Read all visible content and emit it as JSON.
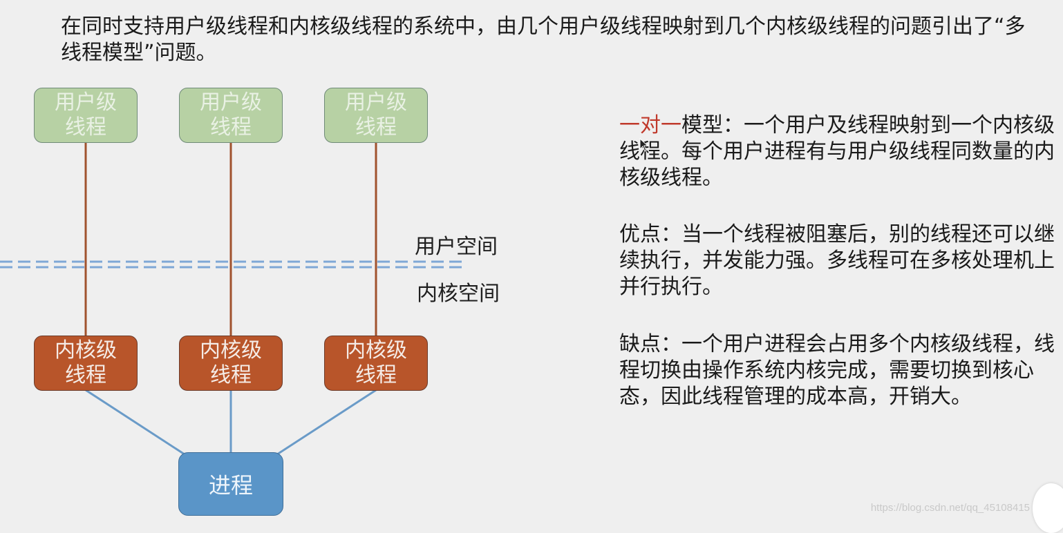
{
  "intro_text": "在同时支持用户级线程和内核级线程的系统中，由几个用户级线程映射到几个内核级线程的问题引出了“多线程模型”问题。",
  "diagram": {
    "user_threads": [
      "用户级\n线程",
      "用户级\n线程",
      "用户级\n线程"
    ],
    "kernel_threads": [
      "内核级\n线程",
      "内核级\n线程",
      "内核级\n线程"
    ],
    "process_label": "进程",
    "user_space_label": "用户空间",
    "kernel_space_label": "内核空间"
  },
  "description": {
    "model_name": "一对一",
    "model_rest": "模型：一个用户及线程映射到一个内核级线程。每个用户进程有与用户级线程同数量的内核级线程。",
    "advantages": "优点：当一个线程被阻塞后，别的线程还可以继续执行，并发能力强。多线程可在多核处理机上并行执行。",
    "disadvantages": "缺点：一个用户进程会占用多个内核级线程，线程切换由操作系统内核完成，需要切换到核心态，因此线程管理的成本高，开销大。"
  },
  "watermark": "https://blog.csdn.net/qq_45108415",
  "colors": {
    "user_box": "#b7d1a4",
    "kernel_box": "#b8552a",
    "process_box": "#5a95c8",
    "mapping_line": "#a0522d",
    "process_line": "#6a9bc8",
    "divider": "#7ea7d6",
    "highlight": "#c0392b"
  }
}
